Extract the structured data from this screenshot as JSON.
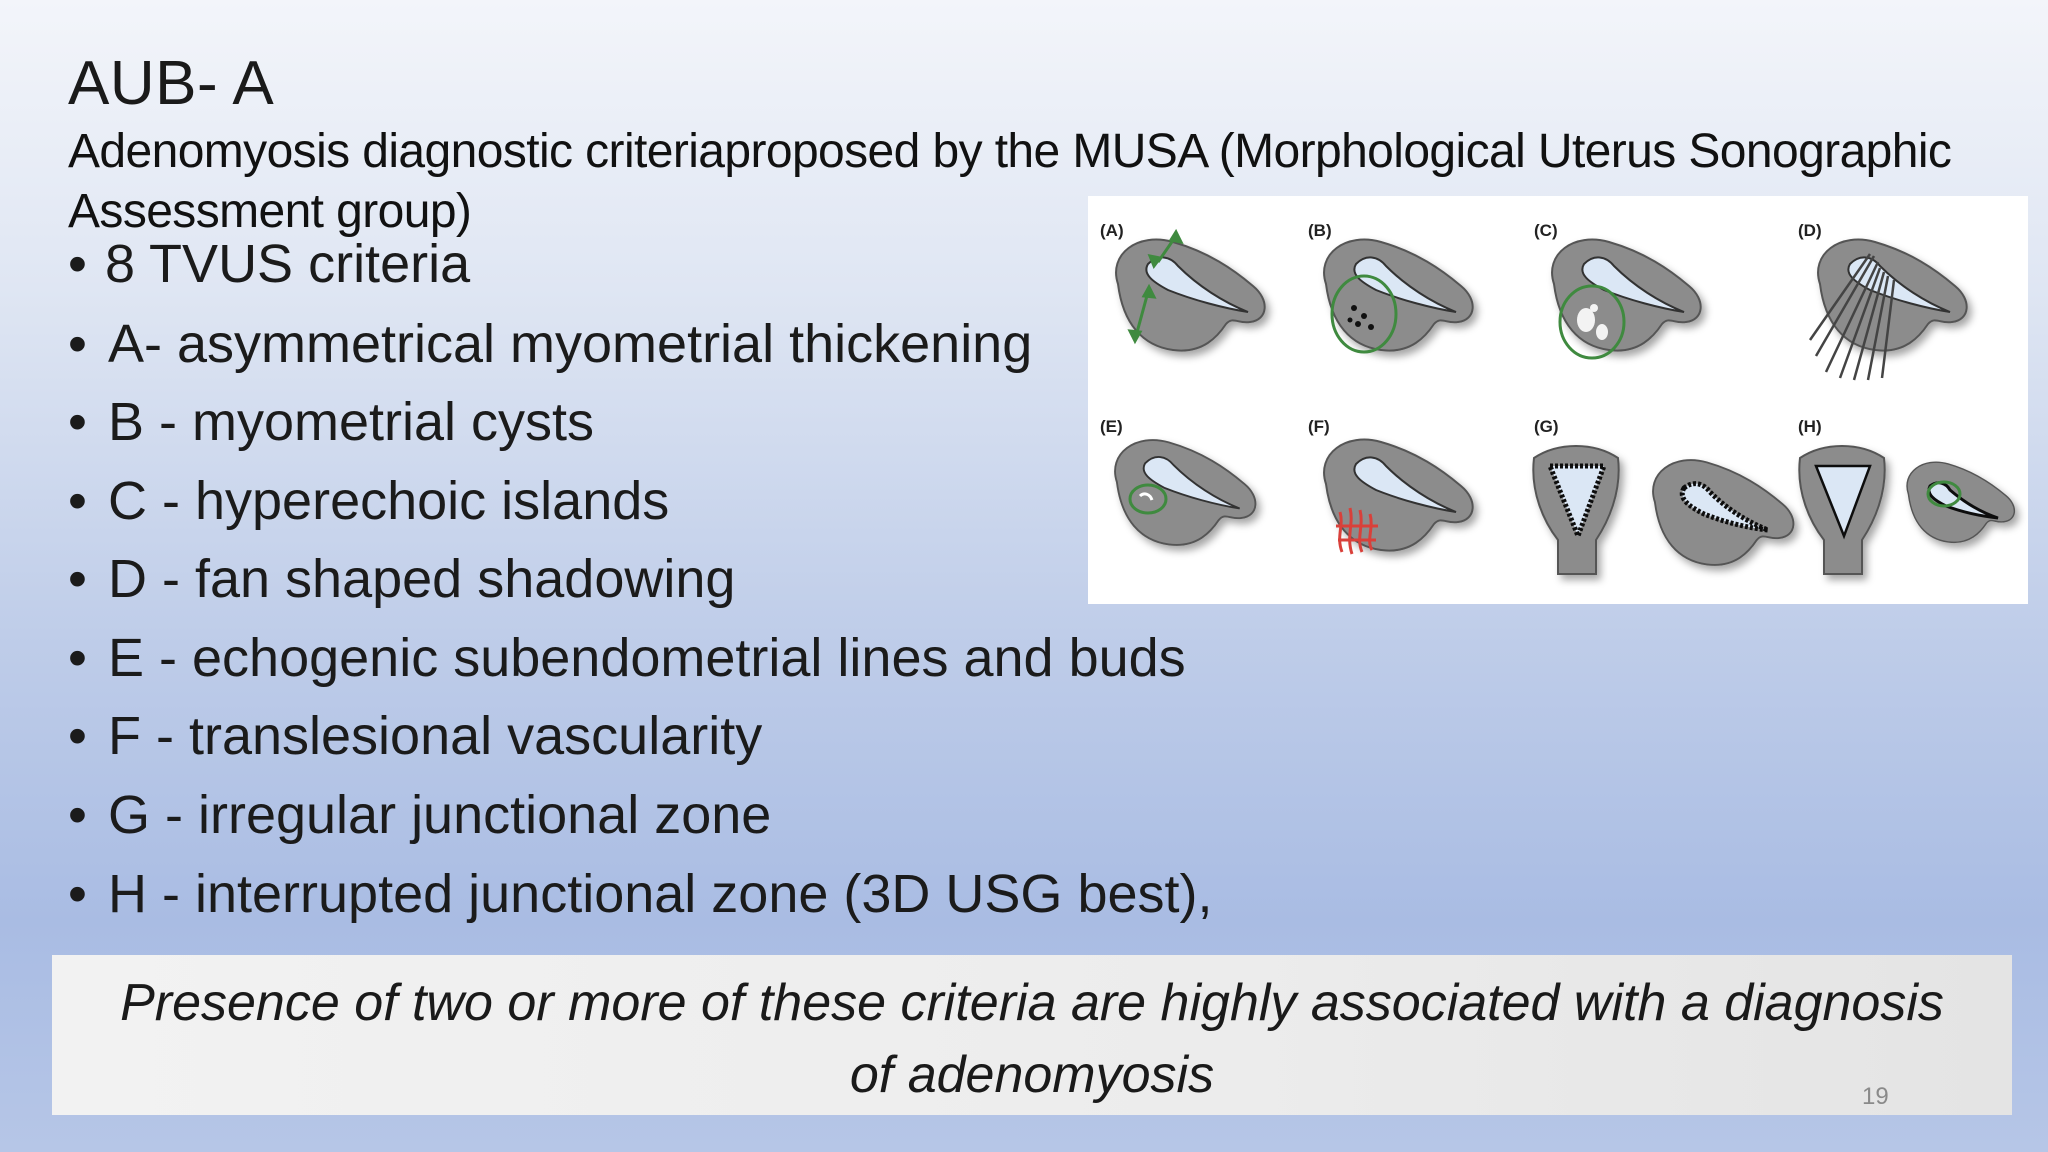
{
  "slide": {
    "title": "AUB- A",
    "subtitle": "Adenomyosis diagnostic criteriaproposed by the MUSA (Morphological Uterus Sonographic Assessment group)",
    "bullets": [
      "8 TVUS criteria",
      "A- asymmetrical myometrial thickening",
      "B - myometrial cysts",
      "C -  hyperechoic islands",
      "D -  fan shaped shadowing",
      "E -  echogenic subendometrial lines and buds",
      "F -  translesional vascularity",
      "G - irregular junctional zone",
      "H -  interrupted junctional zone (3D USG best),"
    ],
    "bullet_char": "•",
    "note": "Presence of two or more of these criteria are highly associated with a diagnosis of adenomyosis",
    "page_number": "19"
  },
  "figure": {
    "panel_labels": [
      "(A)",
      "(B)",
      "(C)",
      "(D)",
      "(E)",
      "(F)",
      "(G)",
      "(H)"
    ],
    "colors": {
      "uterus": "#8c8c8c",
      "cavity": "#dbe7f5",
      "marker_green": "#3f8a3f",
      "vascular_red": "#d9403a",
      "shadow_lines": "#444444"
    }
  }
}
